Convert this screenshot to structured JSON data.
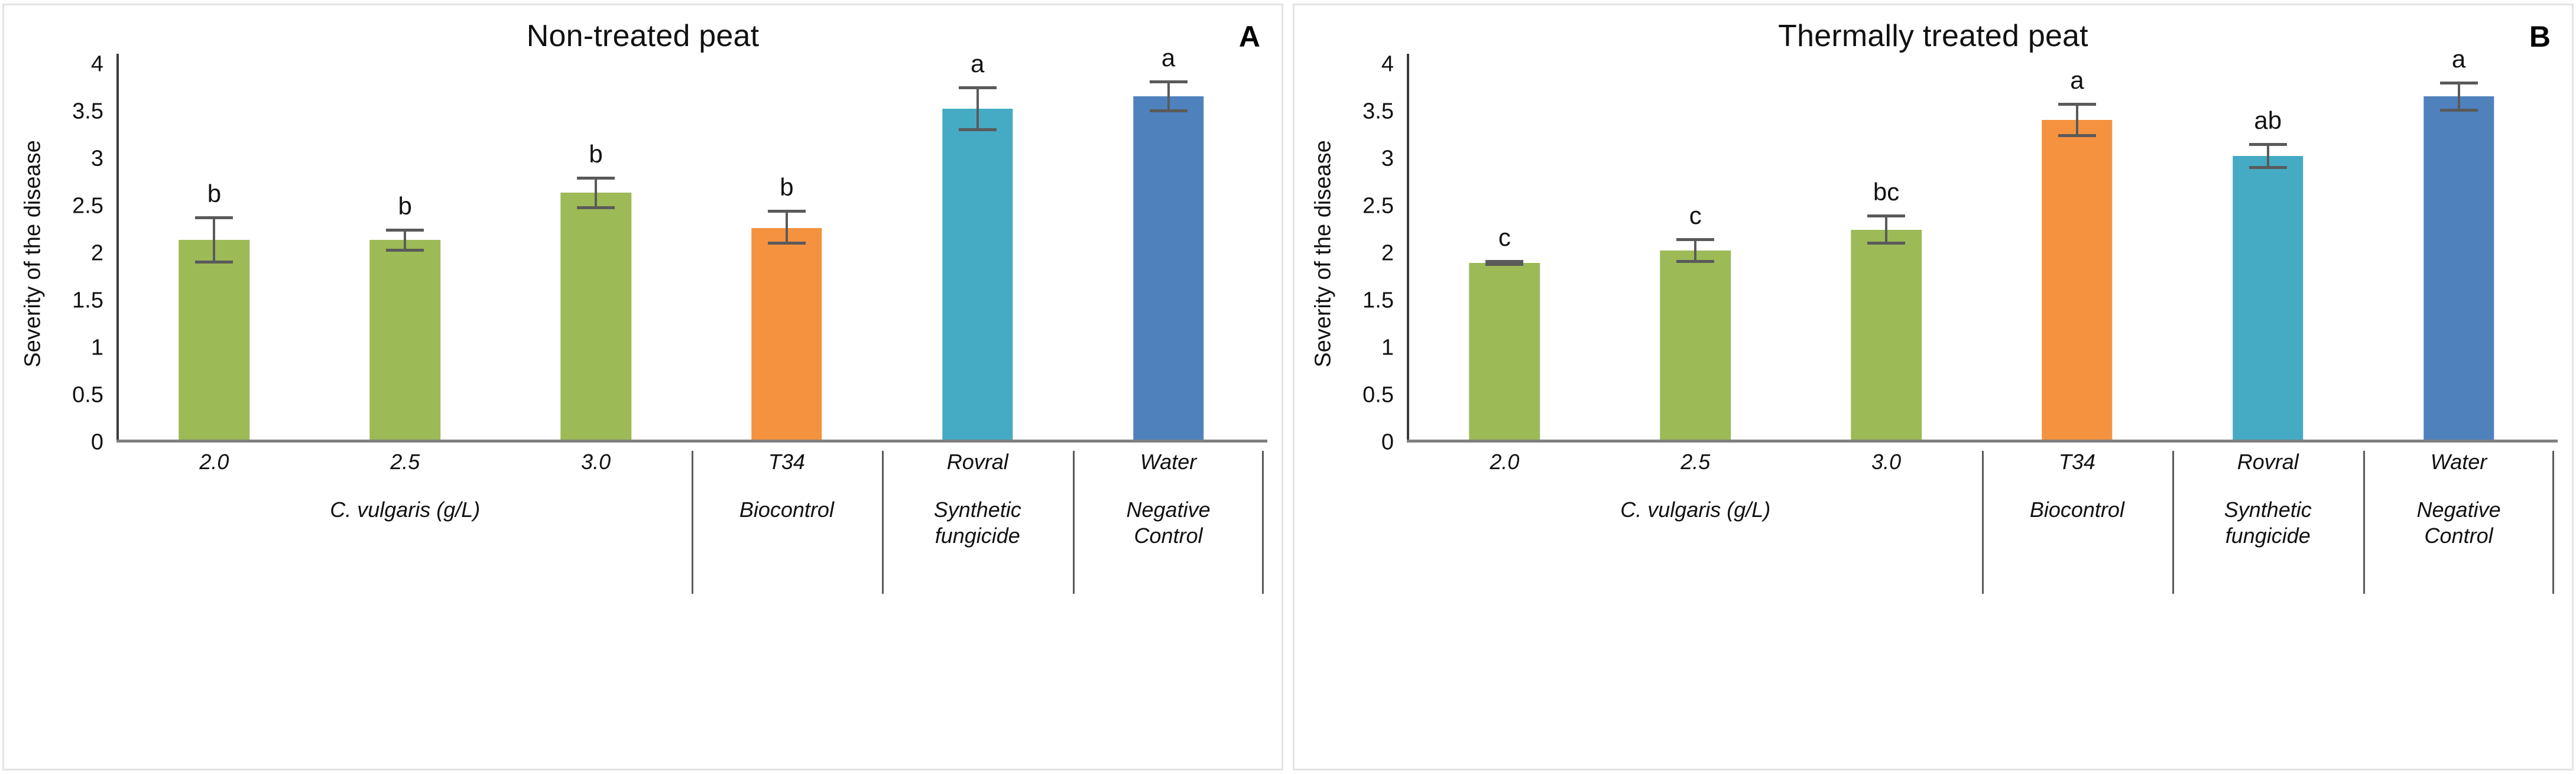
{
  "figure": {
    "panels": [
      {
        "letter": "A",
        "title": "Non-treated peat",
        "ylabel": "Severity of the disease",
        "yticks": [
          "4",
          "3.5",
          "3",
          "2.5",
          "2",
          "1.5",
          "1",
          "0.5",
          "0"
        ],
        "xlabels": [
          "2.0",
          "2.5",
          "3.0",
          "T34",
          "Rovral",
          "Water"
        ],
        "groups": [
          {
            "label": "C. vulgaris (g/L)",
            "span": 3
          },
          {
            "label": "Biocontrol",
            "span": 1
          },
          {
            "label": "Synthetic\nfungicide",
            "span": 1
          },
          {
            "label": "Negative\nControl",
            "span": 1
          }
        ],
        "sig_letters": [
          "b",
          "b",
          "b",
          "b",
          "a",
          "a"
        ]
      },
      {
        "letter": "B",
        "title": "Thermally treated peat",
        "ylabel": "Severity of the disease",
        "yticks": [
          "4",
          "3.5",
          "3",
          "2.5",
          "2",
          "1.5",
          "1",
          "0.5",
          "0"
        ],
        "xlabels": [
          "2.0",
          "2.5",
          "3.0",
          "T34",
          "Rovral",
          "Water"
        ],
        "groups": [
          {
            "label": "C. vulgaris (g/L)",
            "span": 3
          },
          {
            "label": "Biocontrol",
            "span": 1
          },
          {
            "label": "Synthetic\nfungicide",
            "span": 1
          },
          {
            "label": "Negative\nControl",
            "span": 1
          }
        ],
        "sig_letters": [
          "c",
          "c",
          "bc",
          "a",
          "ab",
          "a"
        ]
      }
    ]
  },
  "colors": {
    "green": "#9CBA56",
    "orange": "#F4923F",
    "teal": "#45ABC4",
    "blue": "#4F81BD",
    "error": "#5A5A5A",
    "axis": "#3A3A3A",
    "xaxis": "#808080",
    "panel_border": "#E3E3E3"
  },
  "chart_data": [
    {
      "type": "bar",
      "title": "Non-treated peat",
      "panel": "A",
      "xlabel": "",
      "ylabel": "Severity of the disease",
      "ylim": [
        0,
        4
      ],
      "ytick_step": 0.5,
      "grid": false,
      "legend": "none",
      "categories": [
        "2.0",
        "2.5",
        "3.0",
        "T34",
        "Rovral",
        "Water"
      ],
      "group_labels": [
        "C. vulgaris (g/L)",
        "C. vulgaris (g/L)",
        "C. vulgaris (g/L)",
        "Biocontrol",
        "Synthetic fungicide",
        "Negative Control"
      ],
      "values": [
        2.11,
        2.11,
        2.61,
        2.24,
        3.5,
        3.63
      ],
      "error_upper": [
        2.36,
        2.23,
        2.78,
        2.43,
        3.74,
        3.8
      ],
      "error_lower": [
        1.86,
        1.99,
        2.44,
        2.06,
        3.26,
        3.46
      ],
      "colors": [
        "#9CBA56",
        "#9CBA56",
        "#9CBA56",
        "#F4923F",
        "#45ABC4",
        "#4F81BD"
      ],
      "annotations": [
        "b",
        "b",
        "b",
        "b",
        "a",
        "a"
      ]
    },
    {
      "type": "bar",
      "title": "Thermally treated peat",
      "panel": "B",
      "xlabel": "",
      "ylabel": "Severity of the disease",
      "ylim": [
        0,
        4
      ],
      "ytick_step": 0.5,
      "grid": false,
      "legend": "none",
      "categories": [
        "2.0",
        "2.5",
        "3.0",
        "T34",
        "Rovral",
        "Water"
      ],
      "group_labels": [
        "C. vulgaris (g/L)",
        "C. vulgaris (g/L)",
        "C. vulgaris (g/L)",
        "Biocontrol",
        "Synthetic fungicide",
        "Negative Control"
      ],
      "values": [
        1.87,
        2.0,
        2.22,
        3.38,
        3.0,
        3.63
      ],
      "error_upper": [
        1.9,
        2.13,
        2.38,
        3.56,
        3.14,
        3.79
      ],
      "error_lower": [
        1.84,
        1.87,
        2.06,
        3.2,
        2.86,
        3.47
      ],
      "colors": [
        "#9CBA56",
        "#9CBA56",
        "#9CBA56",
        "#F4923F",
        "#45ABC4",
        "#4F81BD"
      ],
      "annotations": [
        "c",
        "c",
        "bc",
        "a",
        "ab",
        "a"
      ]
    }
  ]
}
